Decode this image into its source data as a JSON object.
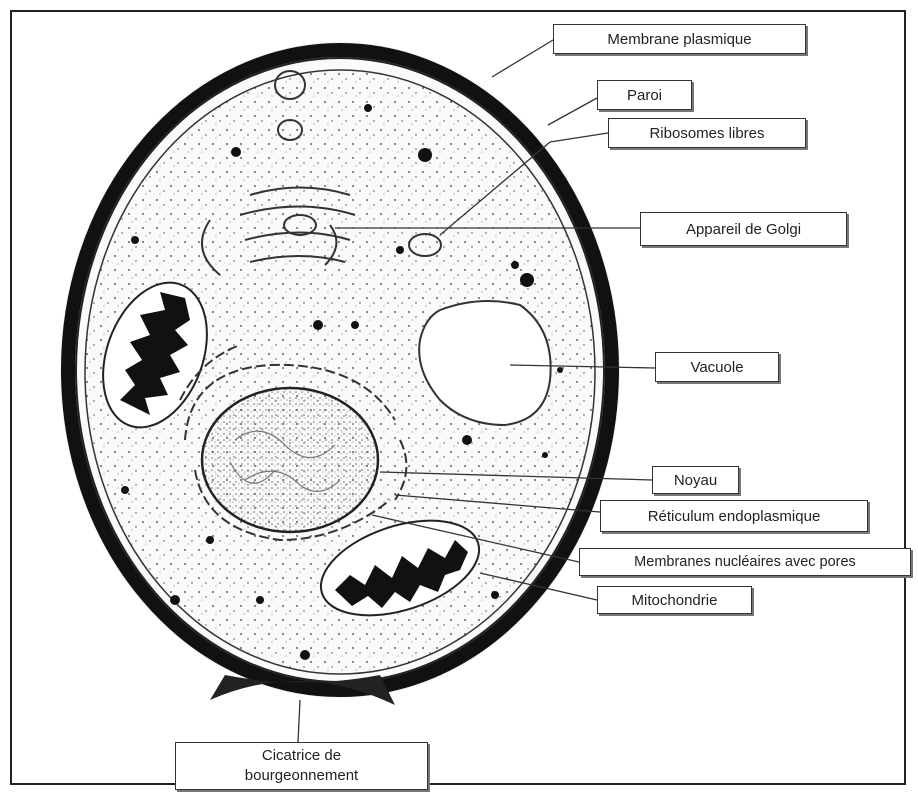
{
  "labels": {
    "membrane_plasmique": "Membrane plasmique",
    "paroi": "Paroi",
    "ribosomes_libres": "Ribosomes libres",
    "appareil_golgi": "Appareil de Golgi",
    "vacuole": "Vacuole",
    "noyau": "Noyau",
    "reticulum": "Réticulum endoplasmique",
    "membranes_nucleaires": "Membranes nucléaires avec pores",
    "mitochondrie": "Mitochondrie",
    "cicatrice_line1": "Cicatrice de",
    "cicatrice_line2": "bourgeonnement"
  }
}
